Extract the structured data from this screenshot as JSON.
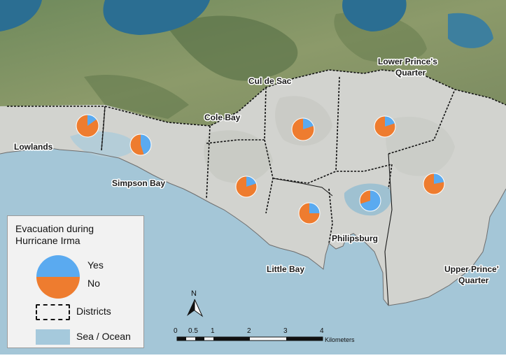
{
  "labels": {
    "lowlands": "Lowlands",
    "simpson_bay": "Simpson Bay",
    "cole_bay": "Cole Bay",
    "cul_de_sac": "Cul de Sac",
    "lower_princes_line1": "Lower Prince's",
    "lower_princes_line2": "Quarter",
    "little_bay": "Little Bay",
    "philipsburg": "Philipsburg",
    "upper_princes_line1": "Upper Prince'",
    "upper_princes_line2": "Quarter"
  },
  "legend": {
    "title": "Evacuation during\nHurricane Irma",
    "yes": "Yes",
    "no": "No",
    "districts": "Districts",
    "sea": "Sea / Ocean"
  },
  "north_label": "N",
  "scale_bar": {
    "ticks": [
      "0",
      "0.5",
      "1",
      "2",
      "3",
      "4"
    ],
    "unit": "Kilometers"
  },
  "colors": {
    "yes": "#5aaaf0",
    "no": "#ee7c2f",
    "sea": "#a5c9dc"
  },
  "pies": [
    {
      "district": "Lowlands",
      "yes_fraction": 0.15
    },
    {
      "district": "Simpson Bay",
      "yes_fraction": 0.45
    },
    {
      "district": "Cole Bay",
      "yes_fraction": 0.2
    },
    {
      "district": "Cul de Sac",
      "yes_fraction": 0.2
    },
    {
      "district": "Lower Prince's Quarter",
      "yes_fraction": 0.2
    },
    {
      "district": "Little Bay",
      "yes_fraction": 0.25
    },
    {
      "district": "Philipsburg",
      "yes_fraction": 0.7
    },
    {
      "district": "Upper Prince's Quarter",
      "yes_fraction": 0.22
    }
  ]
}
